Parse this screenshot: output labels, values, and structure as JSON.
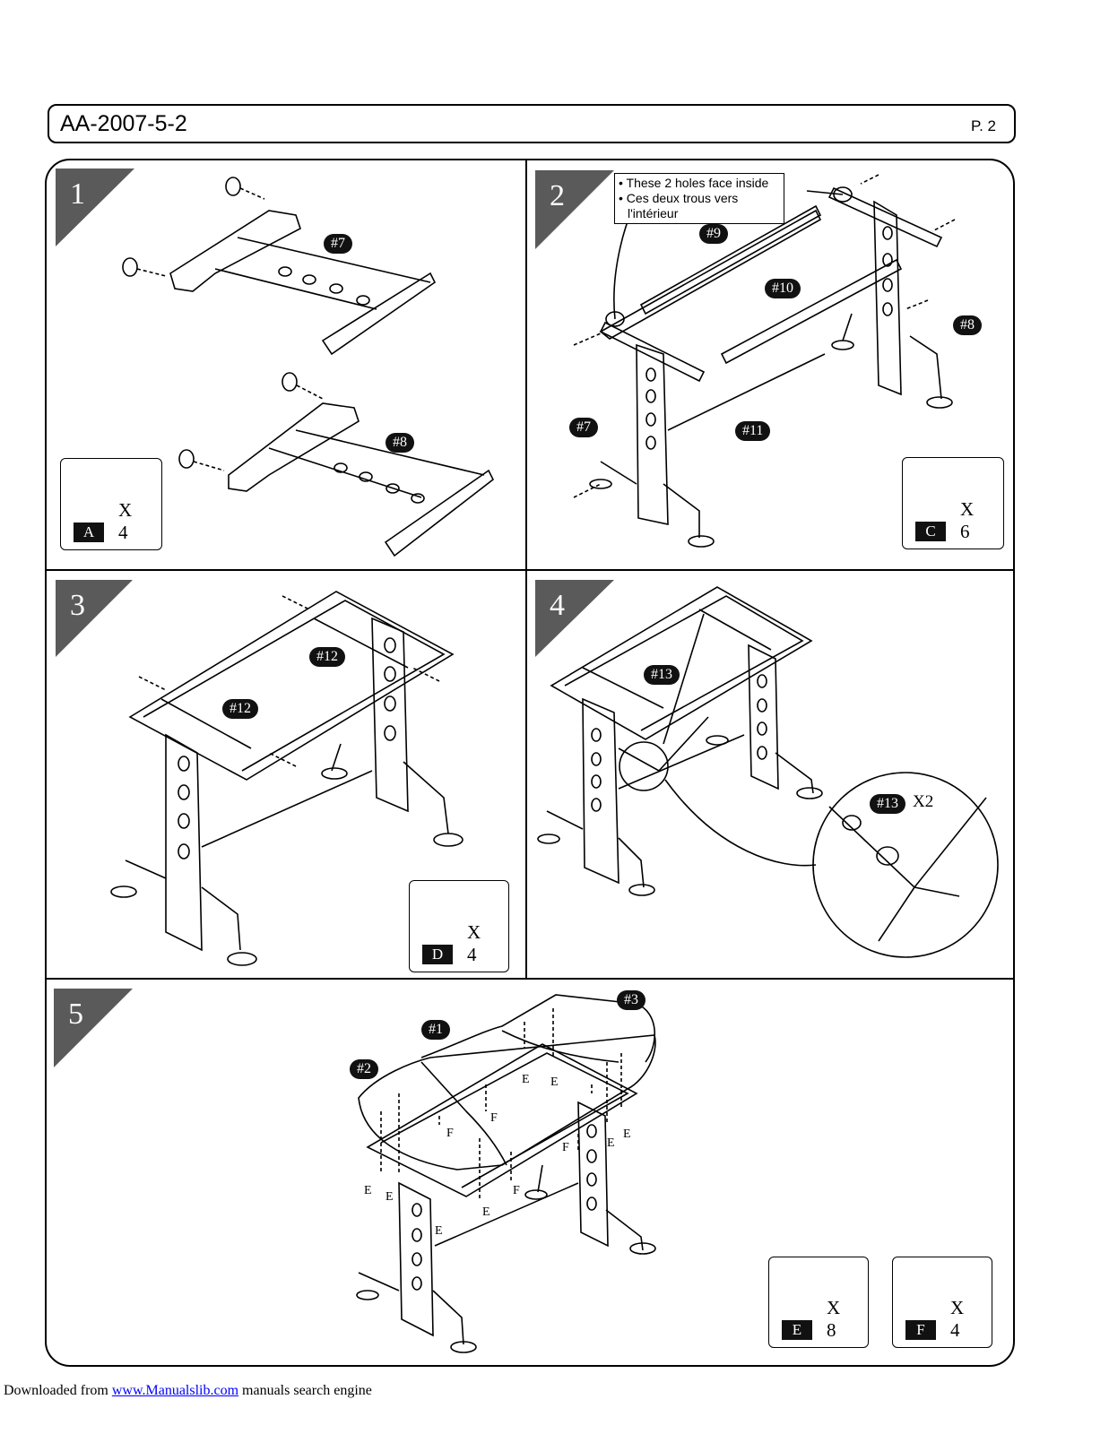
{
  "header": {
    "model": "AA-2007-5-2",
    "page": "P. 2"
  },
  "steps": [
    {
      "number": "1"
    },
    {
      "number": "2"
    },
    {
      "number": "3"
    },
    {
      "number": "4"
    },
    {
      "number": "5"
    }
  ],
  "callout": {
    "line1": "• These 2 holes face inside",
    "line2": "• Ces deux trous vers",
    "line3": "l'intérieur"
  },
  "part_tags": {
    "p7a": "#7",
    "p8a": "#8",
    "p9": "#9",
    "p10": "#10",
    "p8b": "#8",
    "p7b": "#7",
    "p11": "#11",
    "p12a": "#12",
    "p12b": "#12",
    "p13a": "#13",
    "p13b": "#13",
    "p1": "#1",
    "p2": "#2",
    "p3": "#3"
  },
  "detail_multiplier": "X2",
  "hardware": [
    {
      "label": "A",
      "count": "X 4"
    },
    {
      "label": "C",
      "count": "X 6"
    },
    {
      "label": "D",
      "count": "X 4"
    },
    {
      "label": "E",
      "count": "X 8"
    },
    {
      "label": "F",
      "count": "X 4"
    }
  ],
  "screw_letters": {
    "E": "E",
    "F": "F"
  },
  "footer": {
    "prefix": "Downloaded from ",
    "link": "www.Manualslib.com",
    "suffix": " manuals search engine"
  }
}
